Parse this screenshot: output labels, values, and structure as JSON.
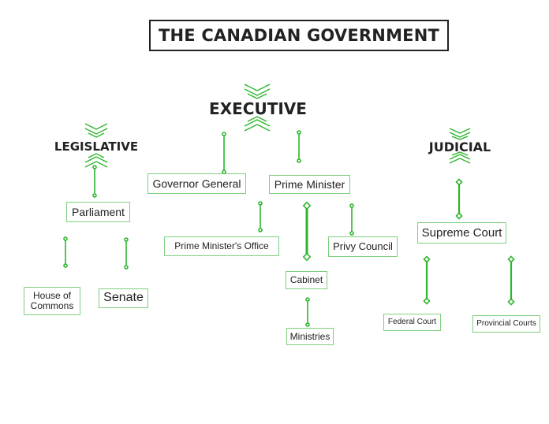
{
  "title": "THE CANADIAN GOVERNMENT",
  "accent_color": "#2db52d",
  "branches": {
    "executive": "EXECUTIVE",
    "legislative": "LEGISLATIVE",
    "judicial": "JUDICIAL"
  },
  "nodes": {
    "governor_general": "Governor General",
    "prime_minister": "Prime Minister",
    "pm_office": "Prime Minister's Office",
    "privy_council": "Privy Council",
    "cabinet": "Cabinet",
    "ministries": "Ministries",
    "parliament": "Parliament",
    "house_of_commons": "House of Commons",
    "senate": "Senate",
    "supreme_court": "Supreme Court",
    "federal_court": "Federal Court",
    "provincial_courts": "Provincial Courts"
  }
}
